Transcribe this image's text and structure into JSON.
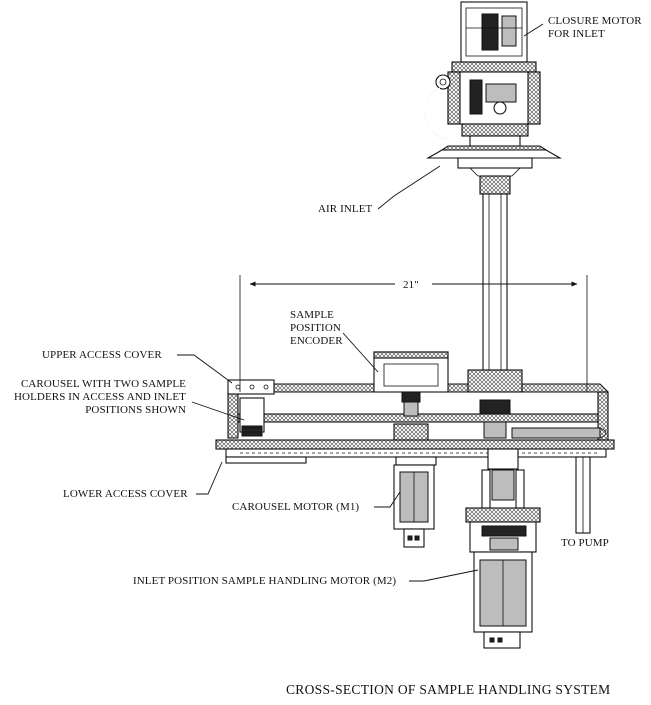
{
  "labels": {
    "closure_motor_line1": "CLOSURE MOTOR",
    "closure_motor_line2": "FOR INLET",
    "air_inlet": "AIR INLET",
    "dimension": "21\"",
    "sample_line1": "SAMPLE",
    "sample_line2": "POSITION",
    "sample_line3": "ENCODER",
    "upper_access_cover": "UPPER ACCESS COVER",
    "carousel_line1": "CAROUSEL WITH TWO SAMPLE",
    "carousel_line2": "HOLDERS IN ACCESS AND INLET",
    "carousel_line3": "POSITIONS SHOWN",
    "lower_access_cover": "LOWER ACCESS COVER",
    "carousel_motor": "CAROUSEL MOTOR (M1)",
    "to_pump": "TO PUMP",
    "inlet_motor": "INLET POSITION SAMPLE HANDLING MOTOR (M2)"
  },
  "caption": "CROSS-SECTION OF SAMPLE HANDLING SYSTEM"
}
